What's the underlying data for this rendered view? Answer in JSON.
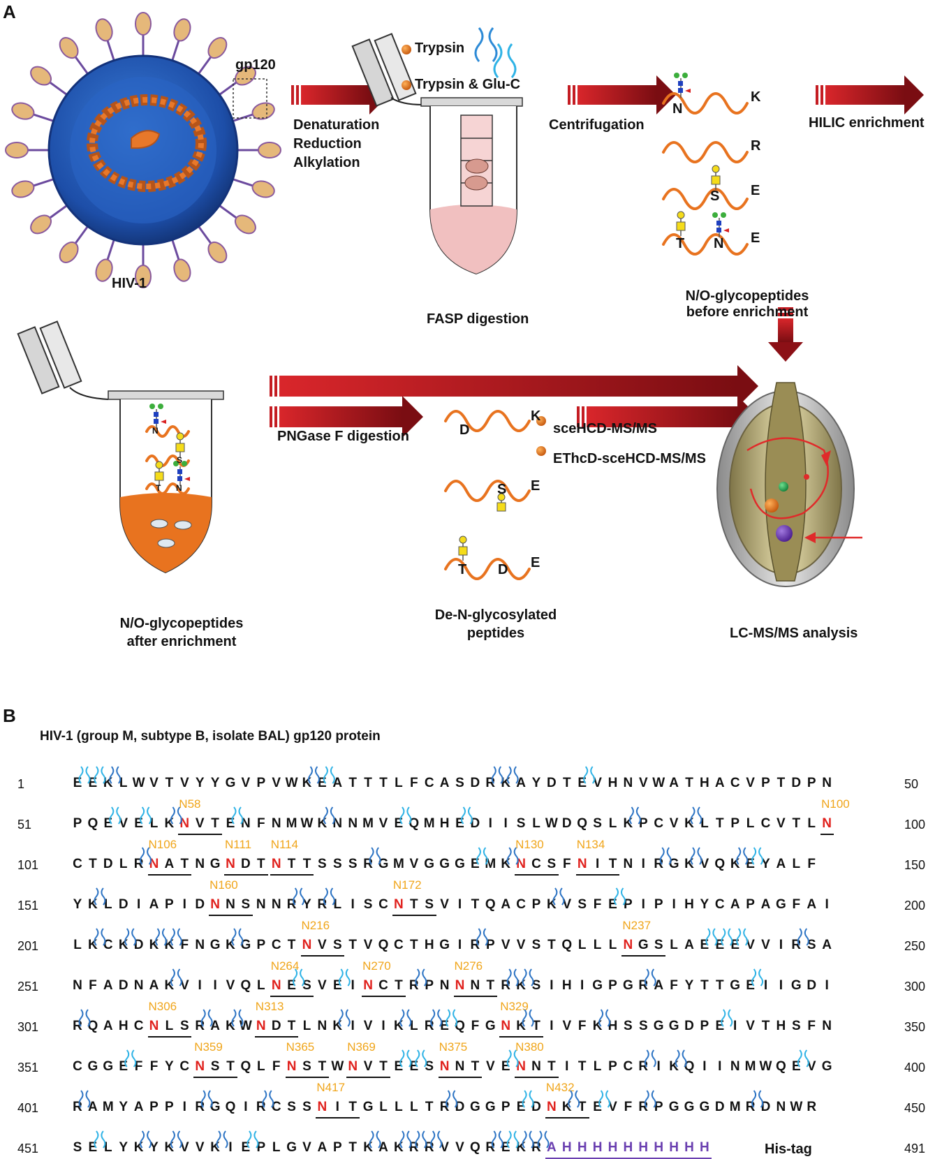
{
  "panel_a": {
    "label": "A",
    "virus_label": "HIV-1",
    "gp120_label": "gp120",
    "step1_lines": [
      "Denaturation",
      "Reduction",
      "Alkylation"
    ],
    "trypsin": "Trypsin",
    "trypsin_gluc": "Trypsin & Glu-C",
    "fasp": "FASP digestion",
    "centrifugation": "Centrifugation",
    "hilic": "HILIC enrichment",
    "before_enrichment": [
      "N/O-glycopeptides",
      "before enrichment"
    ],
    "after_enrichment": [
      "N/O-glycopeptides",
      "after enrichment"
    ],
    "pngase": "PNGase F digestion",
    "sce_hcd": "sceHCD-MS/MS",
    "ethcd": "EThcD-sceHCD-MS/MS",
    "deglyco": [
      "De-N-glycosylated",
      "peptides"
    ],
    "lcms": "LC-MS/MS analysis",
    "peptide_letters": [
      "N",
      "K",
      "R",
      "S",
      "E",
      "T",
      "N",
      "E"
    ],
    "tube2_letters": [
      "N",
      "S",
      "T",
      "N"
    ],
    "deglyco_letters": [
      "D",
      "K",
      "S",
      "E",
      "T",
      "D",
      "E"
    ],
    "colors": {
      "arrow": "#b3151b",
      "peptide": "#e8731f",
      "ms": "#6b6240"
    }
  },
  "panel_b": {
    "label": "B",
    "title": "HIV-1  (group M, subtype B, isolate BAL) gp120 protein",
    "his_tag": "His-tag",
    "rows": [
      {
        "start": "1",
        "end": "50",
        "seq": "EEKLWVTVYYGVPVWKEATTTLFCASDRKAYDTEVHNVWATHACVPTDPN",
        "sites": []
      },
      {
        "start": "51",
        "end": "100",
        "seq": "PQEVELKNVTENFNMWKNNMVEQMHEDIISLWDQSLKPCVKLTPLCVTLN",
        "sites": [
          {
            "pos": 7,
            "label": "N58"
          },
          {
            "pos": 49,
            "label": "N100"
          }
        ]
      },
      {
        "start": "101",
        "end": "150",
        "seq": "CTDLRNATNGNDTNTTSSSRGMVGGGEMKNCSFNITNIRGKVQKEYALF",
        "sites": [
          {
            "pos": 5,
            "label": "N106"
          },
          {
            "pos": 10,
            "label": "N111"
          },
          {
            "pos": 13,
            "label": "N114"
          },
          {
            "pos": 29,
            "label": "N130"
          },
          {
            "pos": 33,
            "label": "N134"
          }
        ]
      },
      {
        "start": "151",
        "end": "200",
        "seq": "YKLDIAPIDNNSNNRYRLISCNTSVITQACPKVSFEPIPIHYCAPAGFAI",
        "sites": [
          {
            "pos": 9,
            "label": "N160"
          },
          {
            "pos": 21,
            "label": "N172"
          }
        ]
      },
      {
        "start": "201",
        "end": "250",
        "seq": "LKCKDKKFNGKGPCTNVSTVQCTHGIRPVVSTQLLLNGSLAEEEVVIRSA",
        "sites": [
          {
            "pos": 15,
            "label": "N216"
          },
          {
            "pos": 36,
            "label": "N237"
          }
        ]
      },
      {
        "start": "251",
        "end": "300",
        "seq": "NFADNAKVIIVQLNESVEINCTRPNNNTRKSIHIGPGRAFYTTGEIIGDI",
        "sites": [
          {
            "pos": 13,
            "label": "N264"
          },
          {
            "pos": 19,
            "label": "N270"
          },
          {
            "pos": 25,
            "label": "N276"
          }
        ]
      },
      {
        "start": "301",
        "end": "350",
        "seq": "RQAHCNLSRAKWNDTLNKIVIKLREQFGNKTIVFKHSSGGDPEIVTHSFN",
        "sites": [
          {
            "pos": 5,
            "label": "N306"
          },
          {
            "pos": 12,
            "label": "N313"
          },
          {
            "pos": 28,
            "label": "N329"
          }
        ]
      },
      {
        "start": "351",
        "end": "400",
        "seq": "CGGEFFYCNSTQLFNSTWNVTEESNNTVENNTITLPCRIKQIINMWQEVG",
        "sites": [
          {
            "pos": 8,
            "label": "N359"
          },
          {
            "pos": 14,
            "label": "N365"
          },
          {
            "pos": 18,
            "label": "N369"
          },
          {
            "pos": 24,
            "label": "N375"
          },
          {
            "pos": 29,
            "label": "N380"
          }
        ]
      },
      {
        "start": "401",
        "end": "450",
        "seq": "RAMYAPPIRGQIRCSSNITGLLLTRDGGPEDNKTEVFRPGGGDMRDNWR",
        "sites": [
          {
            "pos": 16,
            "label": "N417"
          },
          {
            "pos": 31,
            "label": "N432"
          }
        ]
      },
      {
        "start": "451",
        "end": "491",
        "seq": "SELYKYKVVKIEPLGVAPTKAKRRVVQREKRAHHHHHHHHHH",
        "sites": [],
        "his_from": 31
      }
    ]
  }
}
